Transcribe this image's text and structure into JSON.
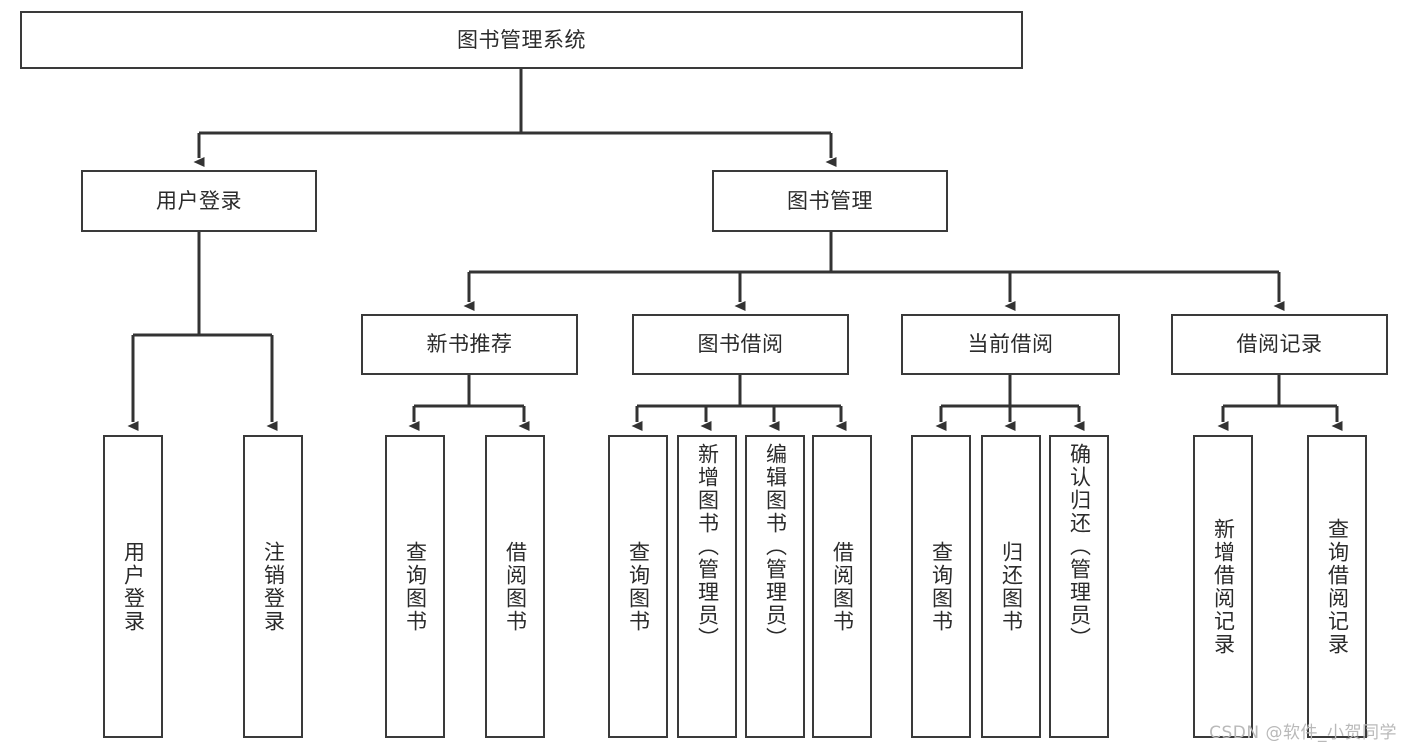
{
  "diagram": {
    "title": "图书管理系统",
    "type": "tree-hierarchy-chart",
    "colors": {
      "border": "#3a3a3a",
      "text": "#2b2b2b",
      "background": "#ffffff",
      "watermark": "#b9b9b9"
    },
    "root": {
      "label": "图书管理系统"
    },
    "level2": [
      {
        "label": "用户登录"
      },
      {
        "label": "图书管理"
      }
    ],
    "level3": [
      {
        "label": "新书推荐"
      },
      {
        "label": "图书借阅"
      },
      {
        "label": "当前借阅"
      },
      {
        "label": "借阅记录"
      }
    ],
    "leaves": [
      {
        "label": "用户登录"
      },
      {
        "label": "注销登录"
      },
      {
        "label": "查询图书"
      },
      {
        "label": "借阅图书"
      },
      {
        "label": "查询图书"
      },
      {
        "label": "新增图书（管理员）"
      },
      {
        "label": "编辑图书（管理员）"
      },
      {
        "label": "借阅图书"
      },
      {
        "label": "查询图书"
      },
      {
        "label": "归还图书"
      },
      {
        "label": "确认归还（管理员）"
      },
      {
        "label": "新增借阅记录"
      },
      {
        "label": "查询借阅记录"
      }
    ]
  },
  "watermark": {
    "text": "CSDN @软件_小贺同学"
  }
}
